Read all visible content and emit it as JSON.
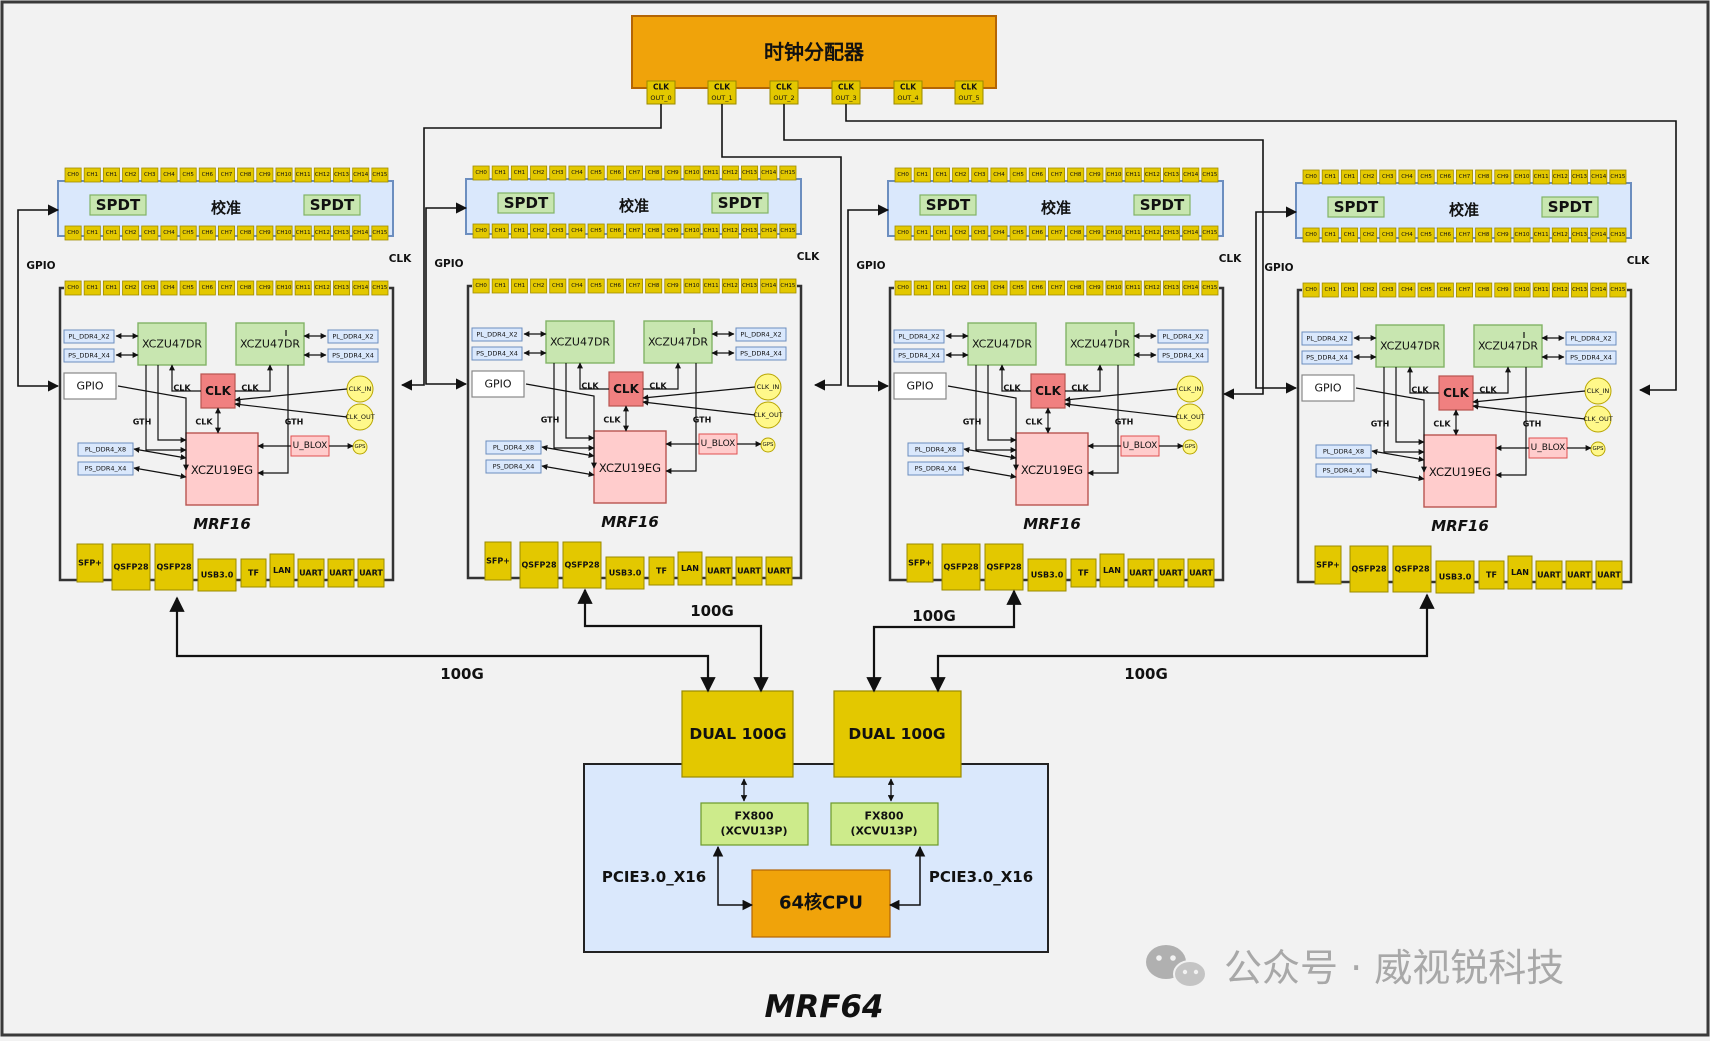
{
  "colors": {
    "background": "#f2f2f2",
    "frame": "#3a3a3a",
    "clock_orange": "#f0a30a",
    "yellow": "#e3c800",
    "blue_light": "#dae8fc",
    "blue_edge": "#6c8ebf",
    "green_fill": "#c8e6b0",
    "green_edge": "#82b366",
    "red_fill": "#f08080",
    "red_edge": "#b85450",
    "pink_fill": "#ffcccc",
    "lime_fill": "#cdeb8b",
    "circle_yellow": "#fff88a",
    "line": "#111111"
  },
  "title": "MRF64",
  "watermark": "公众号 · 威视锐科技",
  "watermark_icon": "wechat-icon",
  "clock_distributor": {
    "title": "时钟分配器",
    "outputs": [
      [
        "CLK",
        "OUT_0"
      ],
      [
        "CLK",
        "OUT_1"
      ],
      [
        "CLK",
        "OUT_2"
      ],
      [
        "CLK",
        "OUT_3"
      ],
      [
        "CLK",
        "OUT_4"
      ],
      [
        "CLK",
        "OUT_5"
      ]
    ]
  },
  "channels": [
    "CH0",
    "CH1",
    "CH1",
    "CH2",
    "CH3",
    "CH4",
    "CH5",
    "CH6",
    "CH7",
    "CH8",
    "CH9",
    "CH10",
    "CH11",
    "CH12",
    "CH13",
    "CH14",
    "CH15"
  ],
  "calibration": {
    "label": "校准",
    "switch_label": "SPDT"
  },
  "module": {
    "name": "MRF16",
    "gpio_side_label": "GPIO",
    "clk_side_label": "CLK",
    "gpio_box": "GPIO",
    "fpga_small": "XCZU47DR",
    "fpga_main": "XCZU19EG",
    "clk": "CLK",
    "clk_in": "CLK_IN",
    "clk_out": "CLK_OUT",
    "gth": "GTH",
    "ublox": "U_BLOX",
    "gps": "GPS",
    "pl_ddr_x2": "PL_DDR4_X2",
    "ps_ddr_x4": "PS_DDR4_X4",
    "pl_ddr_x8": "PL_DDR4_X8",
    "ports": [
      "SFP+",
      "QSFP28",
      "QSFP28",
      "USB3.0",
      "TF",
      "LAN",
      "UART",
      "UART",
      "UART"
    ]
  },
  "link_label": "100G",
  "host": {
    "dual_label": "DUAL 100G",
    "fx800_line1": "FX800",
    "fx800_line2": "(XCVU13P)",
    "pcie_label": "PCIE3.0_X16",
    "cpu_label": "64核CPU"
  }
}
